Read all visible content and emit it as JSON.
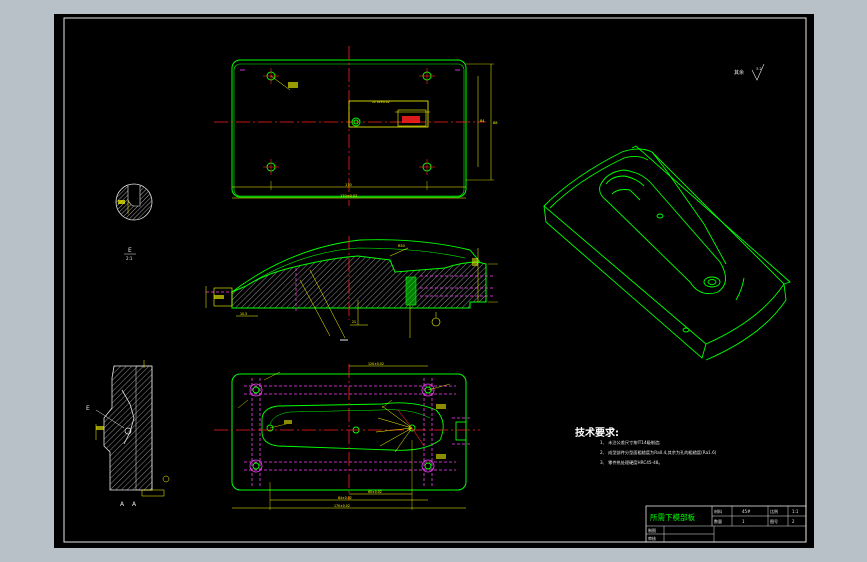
{
  "colors": {
    "background": "#b8c0c8",
    "paper": "#000000",
    "frame": "#e8e8e8",
    "part_outline": "#00ff00",
    "dimension": "#ffff00",
    "centerline": "#ff2020",
    "hidden_line": "#ff40ff",
    "hatch": "#c8c8c8",
    "text": "#ffffff",
    "cyan": "#00ffff"
  },
  "roughness_note": {
    "label": "其余",
    "value": "3.2"
  },
  "section_label": {
    "letter": "E",
    "scale": "2:1"
  },
  "section_aa": {
    "letter": "E",
    "caption": "A-A",
    "small_a1": "A",
    "small_a2": "A"
  },
  "tech_requirements": {
    "title": "技术要求:",
    "items": [
      "1、 未注公差尺寸按IT14级制造;",
      "2、 成型部件分型面粗糙度为Ra0.4,其余为孔的粗糙度(Ra1.6)",
      "3、 零件热处理硬度HRC45-48。"
    ]
  },
  "title_block": {
    "name": "所需下模部板",
    "material_label": "材料",
    "material_value": "45#",
    "ratio_label": "比例",
    "ratio_value": "1:1",
    "count_label": "数量",
    "count_value": "1",
    "sheet_label": "图号",
    "sheet_value": "2",
    "drawn_label": "制图",
    "review_label": "审核"
  },
  "top_view_dims": {
    "width_overall": "170",
    "width_inner": "170±0.02",
    "height_side": "84",
    "inner_width": "2x 16±0.02",
    "right_height": "88"
  },
  "front_view_dims": {
    "r_label": "R50",
    "depth": "21",
    "bottom_label": "10.5"
  },
  "bottom_view_dims": {
    "top_dim": "120±0.02",
    "bottom_dim1": "60±0.02",
    "bottom_dim2": "84±0.02",
    "bottom_overall": "170±0.02"
  }
}
